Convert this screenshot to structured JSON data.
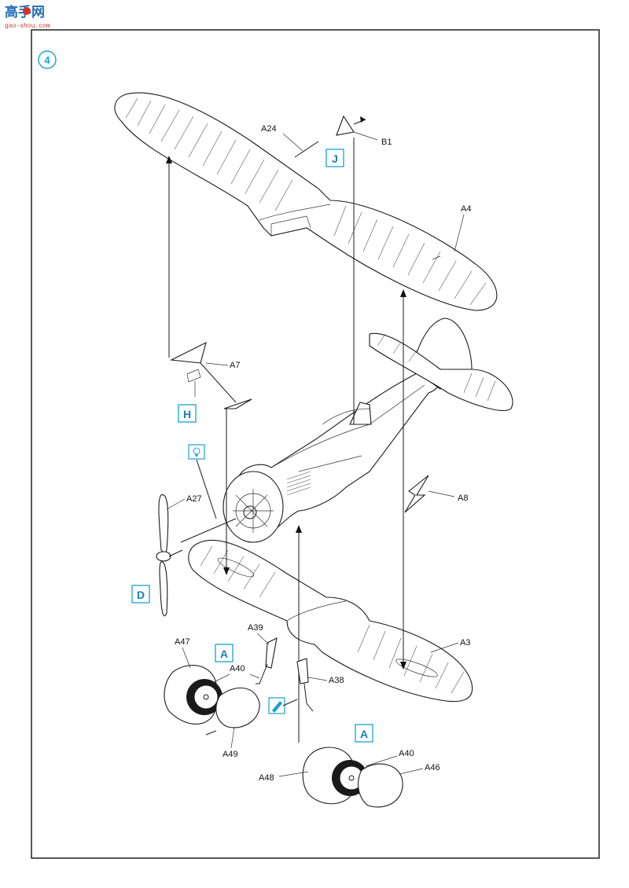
{
  "watermark": {
    "brand": "高手网",
    "url": "gao-shou.com"
  },
  "step": {
    "number": "4"
  },
  "parts": {
    "a24": "A24",
    "b1": "B1",
    "a4": "A4",
    "a7": "A7",
    "a27": "A27",
    "a8": "A8",
    "a3": "A3",
    "a39": "A39",
    "a47": "A47",
    "a40_left": "A40",
    "a38": "A38",
    "a49": "A49",
    "a40_right": "A40",
    "a48": "A48",
    "a46": "A46"
  },
  "refs": {
    "j": "J",
    "h": "H",
    "d": "D",
    "a_left": "A",
    "a_right": "A"
  },
  "icons": {
    "paint": "paint-bulb-icon",
    "glue": "glue-pen-icon"
  },
  "colors": {
    "accent": "#1aa0d8",
    "logo_blue": "#1f6fb8",
    "logo_red": "#d1342c"
  }
}
